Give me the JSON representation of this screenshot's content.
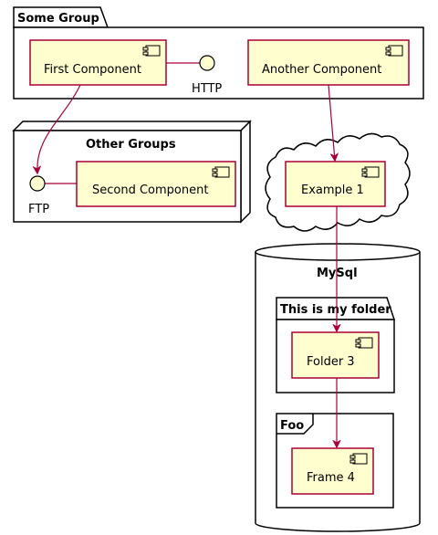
{
  "colors": {
    "component_fill": "#FEFECE",
    "component_border": "#A80036",
    "arrow": "#A80036",
    "outline": "#000000",
    "background": "#FFFFFF"
  },
  "groups": {
    "some_group": "Some Group",
    "other_groups": "Other Groups",
    "cloud": "",
    "mysql": "MySql",
    "my_folder": "This is my folder",
    "foo": "Foo"
  },
  "components": {
    "first": "First Component",
    "another": "Another Component",
    "second": "Second Component",
    "example1": "Example 1",
    "folder3": "Folder 3",
    "frame4": "Frame 4"
  },
  "interfaces": {
    "http": "HTTP",
    "ftp": "FTP"
  },
  "relations": [
    {
      "from": "First Component",
      "to": "FTP",
      "type": "arrow"
    },
    {
      "from": "Another Component",
      "to": "Example 1",
      "type": "arrow"
    },
    {
      "from": "Example 1",
      "to": "Folder 3",
      "type": "arrow"
    },
    {
      "from": "Folder 3",
      "to": "Frame 4",
      "type": "arrow"
    },
    {
      "from": "First Component",
      "to": "HTTP",
      "type": "line"
    },
    {
      "from": "Second Component",
      "to": "FTP",
      "type": "line"
    }
  ]
}
